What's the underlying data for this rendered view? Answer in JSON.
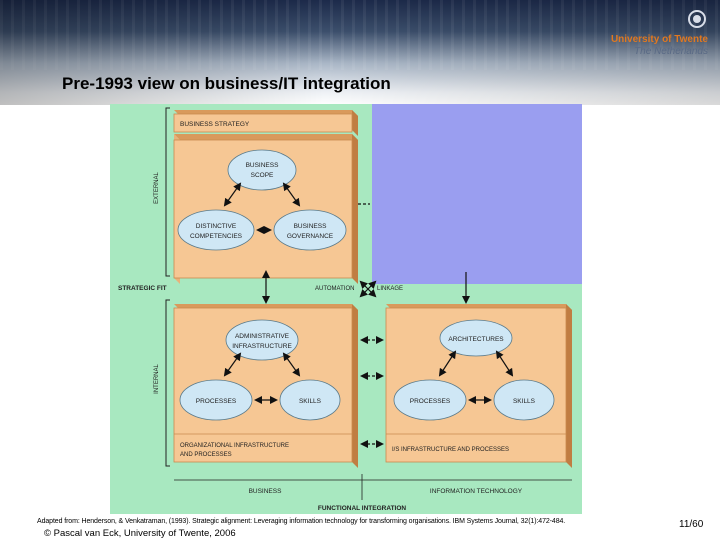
{
  "header": {
    "university": "University of Twente",
    "country": "The Netherlands"
  },
  "slide": {
    "title": "Pre-1993 view on business/IT integration"
  },
  "diagram": {
    "business_strategy": "BUSINESS STRATEGY",
    "business_scope": [
      "BUSINESS",
      "SCOPE"
    ],
    "distinctive_competencies": [
      "DISTINCTIVE",
      "COMPETENCIES"
    ],
    "business_governance": [
      "BUSINESS",
      "GOVERNANCE"
    ],
    "external": "EXTERNAL",
    "internal": "INTERNAL",
    "strategic_fit": "STRATEGIC FIT",
    "automation": "AUTOMATION",
    "linkage": "LINKAGE",
    "administrative_infrastructure": [
      "ADMINISTRATIVE",
      "INFRASTRUCTURE"
    ],
    "processes_left": "PROCESSES",
    "skills_left": "SKILLS",
    "org_infrastructure": [
      "ORGANIZATIONAL INFRASTRUCTURE",
      "AND PROCESSES"
    ],
    "architectures": "ARCHITECTURES",
    "processes_right": "PROCESSES",
    "skills_right": "SKILLS",
    "is_infrastructure": "I/S INFRASTRUCTURE AND PROCESSES",
    "business": "BUSINESS",
    "information_technology": "INFORMATION TECHNOLOGY",
    "functional_integration": "FUNCTIONAL INTEGRATION"
  },
  "footer": {
    "reference": "Adapted from: Henderson, & Venkatraman, (1993). Strategic alignment: Leveraging information technology for transforming organisations. IBM Systems Journal, 32(1):472-484.",
    "copyright": "© Pascal van Eck, University of Twente, 2006",
    "page": "11/60"
  },
  "colors": {
    "background_green": "#a8e8c0",
    "blank_quadrant": "#9a9ef0",
    "box_fill": "#f6c794",
    "box_edge": "#c98a4e",
    "ellipse_fill": "#cfe7f5",
    "accent_orange": "#e07820"
  }
}
